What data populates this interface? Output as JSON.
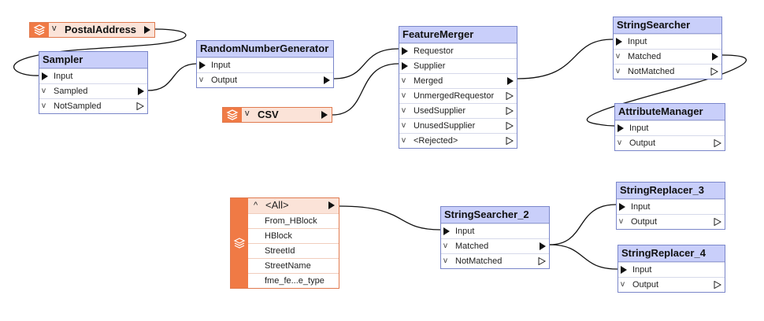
{
  "readers": {
    "postal": {
      "label": "PostalAddress",
      "chevron": "v"
    },
    "csv": {
      "label": "CSV",
      "chevron": "v"
    },
    "all": {
      "header": "<All>",
      "chevron": "^",
      "attributes": [
        "From_HBlock",
        "HBlock",
        "StreetId",
        "StreetName",
        "fme_fe...e_type"
      ]
    }
  },
  "nodes": {
    "sampler": {
      "title": "Sampler",
      "ports": [
        {
          "label": "Input",
          "kind": "in"
        },
        {
          "label": "Sampled",
          "kind": "out",
          "chevron": "v"
        },
        {
          "label": "NotSampled",
          "kind": "outhollow",
          "chevron": "v"
        }
      ]
    },
    "rng": {
      "title": "RandomNumberGenerator",
      "ports": [
        {
          "label": "Input",
          "kind": "in"
        },
        {
          "label": "Output",
          "kind": "out",
          "chevron": "v"
        }
      ]
    },
    "merger": {
      "title": "FeatureMerger",
      "ports": [
        {
          "label": "Requestor",
          "kind": "in"
        },
        {
          "label": "Supplier",
          "kind": "in"
        },
        {
          "label": "Merged",
          "kind": "out",
          "chevron": "v"
        },
        {
          "label": "UnmergedRequestor",
          "kind": "outhollow",
          "chevron": "v"
        },
        {
          "label": "UsedSupplier",
          "kind": "outhollow",
          "chevron": "v"
        },
        {
          "label": "UnusedSupplier",
          "kind": "outhollow",
          "chevron": "v"
        },
        {
          "label": "<Rejected>",
          "kind": "outhollow",
          "chevron": "v"
        }
      ]
    },
    "searcher": {
      "title": "StringSearcher",
      "ports": [
        {
          "label": "Input",
          "kind": "in"
        },
        {
          "label": "Matched",
          "kind": "out",
          "chevron": "v"
        },
        {
          "label": "NotMatched",
          "kind": "outhollow",
          "chevron": "v"
        }
      ]
    },
    "attrmgr": {
      "title": "AttributeManager",
      "ports": [
        {
          "label": "Input",
          "kind": "in"
        },
        {
          "label": "Output",
          "kind": "outhollow",
          "chevron": "v"
        }
      ]
    },
    "searcher2": {
      "title": "StringSearcher_2",
      "ports": [
        {
          "label": "Input",
          "kind": "in"
        },
        {
          "label": "Matched",
          "kind": "out",
          "chevron": "v"
        },
        {
          "label": "NotMatched",
          "kind": "outhollow",
          "chevron": "v"
        }
      ]
    },
    "replacer3": {
      "title": "StringReplacer_3",
      "ports": [
        {
          "label": "Input",
          "kind": "in"
        },
        {
          "label": "Output",
          "kind": "outhollow",
          "chevron": "v"
        }
      ]
    },
    "replacer4": {
      "title": "StringReplacer_4",
      "ports": [
        {
          "label": "Input",
          "kind": "in"
        },
        {
          "label": "Output",
          "kind": "outhollow",
          "chevron": "v"
        }
      ]
    }
  },
  "colors": {
    "header": "#c9cffa",
    "border": "#7a86c9",
    "reader": "#f07a45",
    "reader_bg": "#fbe3d8"
  }
}
